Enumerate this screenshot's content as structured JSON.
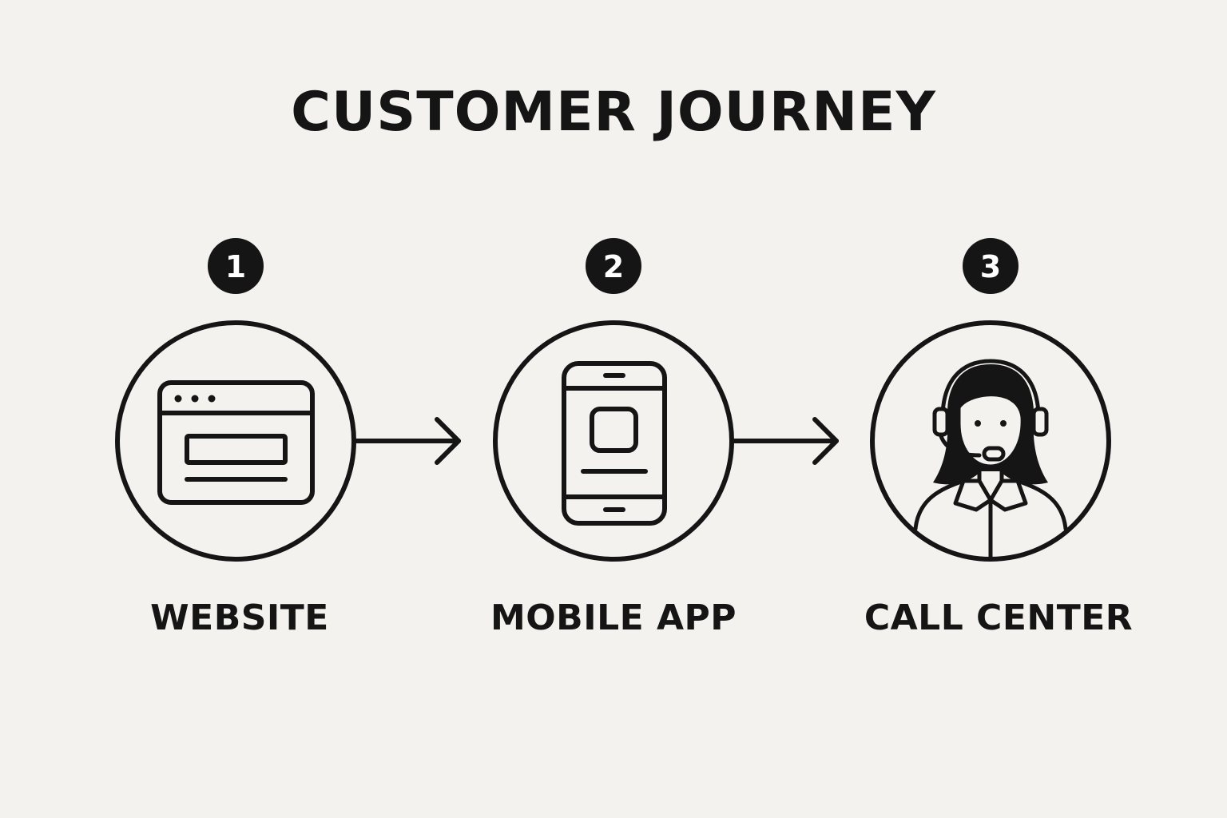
{
  "title": "CUSTOMER JOURNEY",
  "steps": [
    {
      "number": "1",
      "label": "WEBSITE",
      "icon": "browser-window-icon"
    },
    {
      "number": "2",
      "label": "MOBILE APP",
      "icon": "smartphone-icon"
    },
    {
      "number": "3",
      "label": "CALL CENTER",
      "icon": "call-center-agent-icon"
    }
  ],
  "colors": {
    "background": "#f4f2ee",
    "ink": "#151515",
    "badge_text": "#ffffff"
  },
  "connectors": [
    "arrow-right-icon",
    "arrow-right-icon"
  ]
}
